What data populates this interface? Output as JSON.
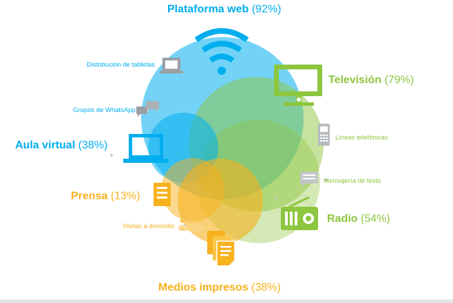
{
  "colors": {
    "web": "#00aeef",
    "tv": "#8dc63f",
    "print": "#f7b21e",
    "muted": "#9aa0a4"
  },
  "labels": {
    "web": {
      "name": "Plataforma web",
      "pct": "(92%)",
      "icon": "wifi-icon"
    },
    "tv": {
      "name": "Televisión",
      "pct": "(79%)",
      "icon": "television-icon"
    },
    "aula": {
      "name": "Aula virtual",
      "pct": "(38%)",
      "icon": "laptop-icon"
    },
    "radio": {
      "name": "Radio",
      "pct": "(54%)",
      "icon": "radio-icon"
    },
    "prensa": {
      "name": "Prensa",
      "pct": "(13%)",
      "icon": "newspaper-icon"
    },
    "medios": {
      "name": "Medios impresos",
      "pct": "(38%)",
      "icon": "documents-icon"
    }
  },
  "minor": {
    "tabletas": {
      "text": "Distribución de tabletas",
      "icon": "tablet-icon"
    },
    "whatsapp": {
      "text": "Grupos de WhatsApp",
      "icon": "chat-bubbles-icon"
    },
    "lineas": {
      "text": "Líneas telefónicas",
      "icon": "phone-icon"
    },
    "mensajeria": {
      "text": "Mensajería de texto",
      "icon": "message-icon"
    },
    "visitas": {
      "text": "Visitas a domicilio",
      "icon": "people-icon"
    }
  }
}
